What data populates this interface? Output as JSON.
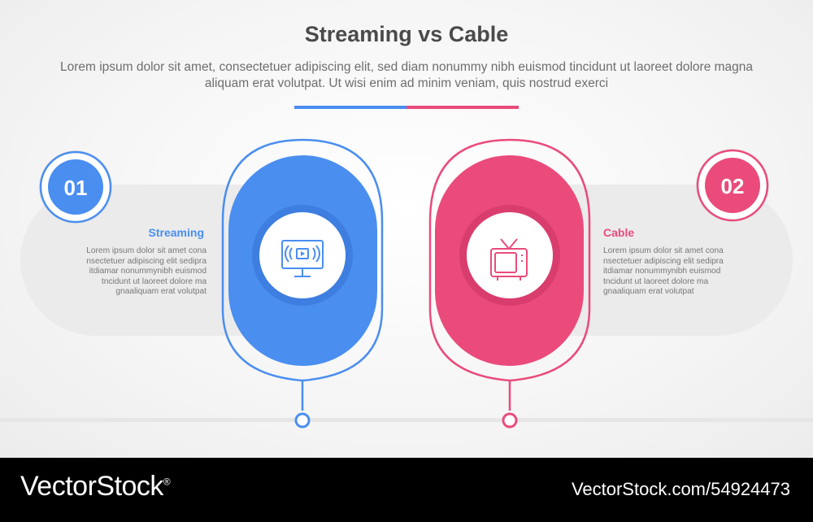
{
  "header": {
    "title": "Streaming vs Cable",
    "subtitle": "Lorem ipsum dolor sit amet, consectetuer adipiscing elit, sed diam nonummy nibh euismod tincidunt ut laoreet dolore magna aliquam erat volutpat. Ut wisi enim ad minim veniam, quis nostrud exerci"
  },
  "items": [
    {
      "number": "01",
      "title": "Streaming",
      "body": "Lorem ipsum dolor sit amet cona nsectetuer adipiscing elit sedipra itdiamar nonummynibh euismod tncidunt ut laoreet dolore ma gnaaliquam erat volutpat",
      "color": "#4a8ef0",
      "icon": "streaming-monitor-icon"
    },
    {
      "number": "02",
      "title": "Cable",
      "body": "Lorem ipsum dolor sit amet cona nsectetuer adipiscing elit sedipra itdiamar nonummynibh euismod tncidunt ut laoreet dolore ma gnaaliquam erat volutpat",
      "color": "#ea4b7b",
      "icon": "retro-tv-icon"
    }
  ],
  "footer": {
    "brand": "VectorStock",
    "registered": "®",
    "image_id": "VectorStock.com/54924473"
  }
}
